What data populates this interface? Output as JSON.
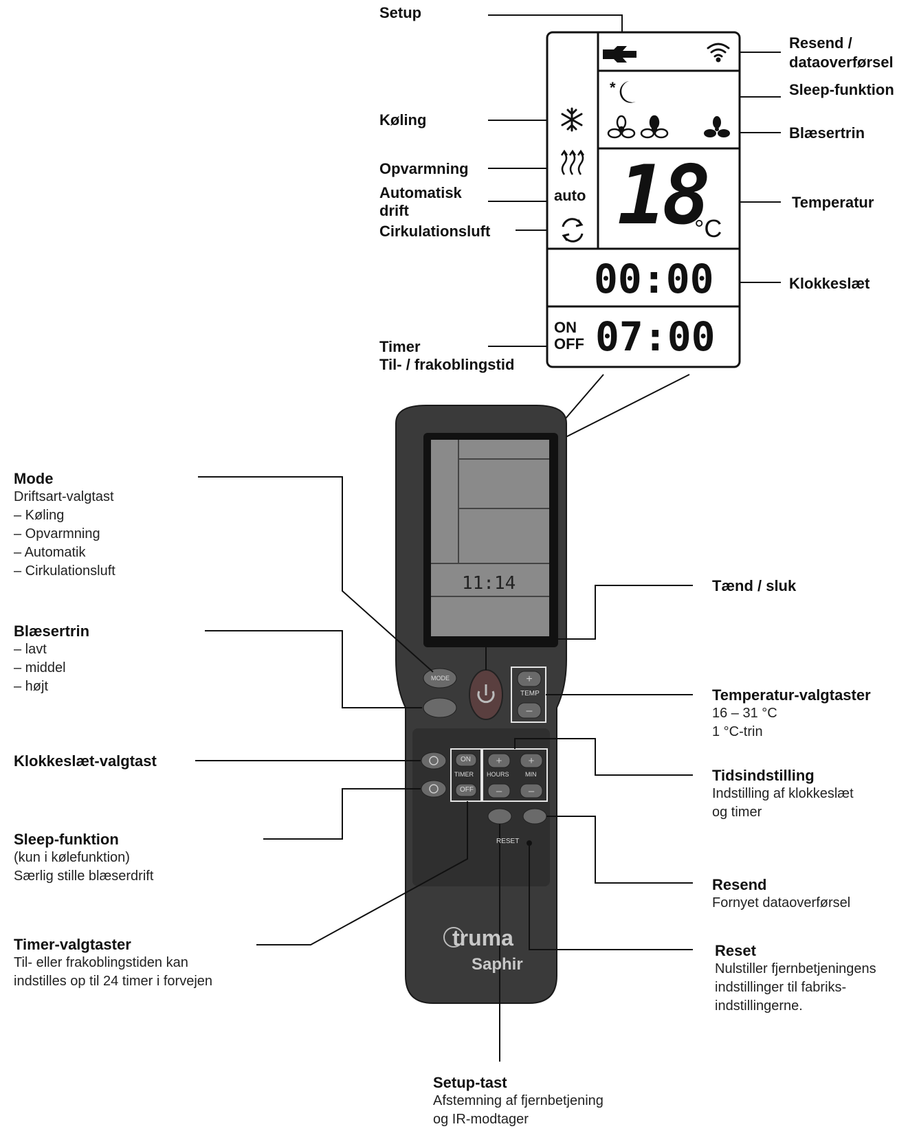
{
  "top_labels": {
    "setup": "Setup",
    "resend_1": "Resend /",
    "resend_2": "dataoverførsel",
    "sleep": "Sleep-funktion",
    "koling": "Køling",
    "blaesertrin": "Blæsertrin",
    "opvarmning": "Opvarmning",
    "auto_1": "Automatisk",
    "auto_2": "drift",
    "temperatur": "Temperatur",
    "cirk": "Cirkulationsluft",
    "klokkeslaet": "Klokkeslæt",
    "timer_1": "Timer",
    "timer_2": "Til- / frakoblingstid"
  },
  "display": {
    "auto": "auto",
    "temperature": "18",
    "unit": "°C",
    "clock": "00:00",
    "on": "ON",
    "off": "OFF",
    "timer": "07:00"
  },
  "remote": {
    "screen_time": "11:14",
    "mode_btn": "MODE",
    "temp": "TEMP",
    "on": "ON",
    "timer": "TIMER",
    "off": "OFF",
    "hours": "HOURS",
    "min": "MIN",
    "reset": "RESET",
    "brand": "truma",
    "model": "Saphir"
  },
  "callouts": {
    "mode": {
      "title": "Mode",
      "lines": [
        "Driftsart-valgtast",
        "– Køling",
        "– Opvarmning",
        "– Automatik",
        "– Cirkulationsluft"
      ]
    },
    "fan": {
      "title": "Blæsertrin",
      "lines": [
        "– lavt",
        "– middel",
        "– højt"
      ]
    },
    "clock": {
      "title": "Klokkeslæt-valgtast"
    },
    "sleep": {
      "title": "Sleep-funktion",
      "lines": [
        "(kun i kølefunktion)",
        "Særlig stille blæserdrift"
      ]
    },
    "timer": {
      "title": "Timer-valgtaster",
      "lines": [
        "Til- eller frakoblingstiden kan",
        "indstilles op til 24 timer i forvejen"
      ]
    },
    "power": {
      "title": "Tænd / sluk"
    },
    "temp": {
      "title": "Temperatur-valgtaster",
      "lines": [
        "16 – 31 °C",
        "1 °C-trin"
      ]
    },
    "time": {
      "title": "Tidsindstilling",
      "lines": [
        "Indstilling af klokkeslæt",
        "og timer"
      ]
    },
    "resend": {
      "title": "Resend",
      "lines": [
        "Fornyet dataoverførsel"
      ]
    },
    "reset": {
      "title": "Reset",
      "lines": [
        "Nulstiller fjernbetjeningens",
        "indstillinger til fabriks-",
        "indstillingerne."
      ]
    },
    "setup": {
      "title": "Setup-tast",
      "lines": [
        "Afstemning af fjernbetjening",
        "og IR-modtager"
      ]
    }
  }
}
